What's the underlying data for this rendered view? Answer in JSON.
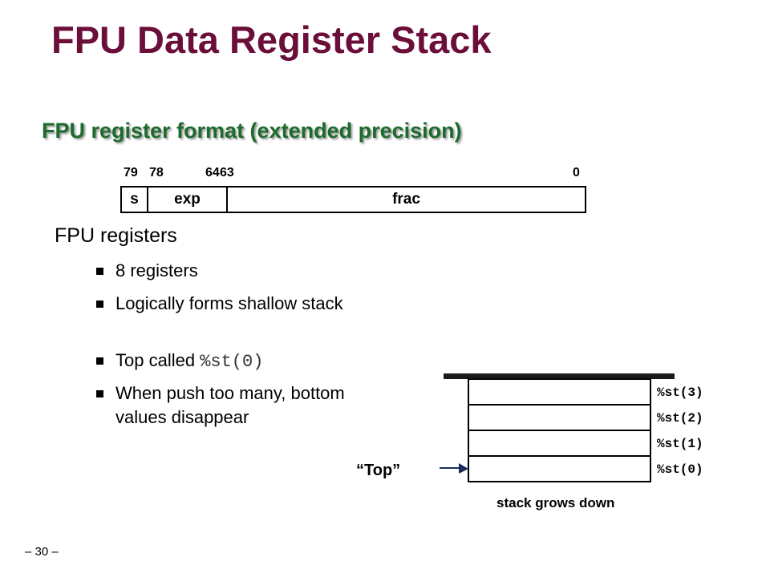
{
  "title": "FPU Data Register Stack",
  "subtitle": "FPU register format (extended precision)",
  "format": {
    "bit_numbers": [
      "79",
      "78",
      "64",
      "63",
      "0"
    ],
    "fields": {
      "sign": "s",
      "exponent": "exp",
      "fraction": "frac"
    }
  },
  "registers_heading": "FPU registers",
  "bullets": [
    {
      "text": "8 registers"
    },
    {
      "text": "Logically forms shallow stack"
    },
    {
      "text": "Top called ",
      "code": "%st(0)"
    },
    {
      "text": "When push too many, bottom values disappear"
    }
  ],
  "stack": {
    "labels": [
      "%st(3)",
      "%st(2)",
      "%st(1)",
      "%st(0)"
    ],
    "top_label": "“Top”",
    "caption": "stack grows down"
  },
  "page_number": "– 30 –"
}
